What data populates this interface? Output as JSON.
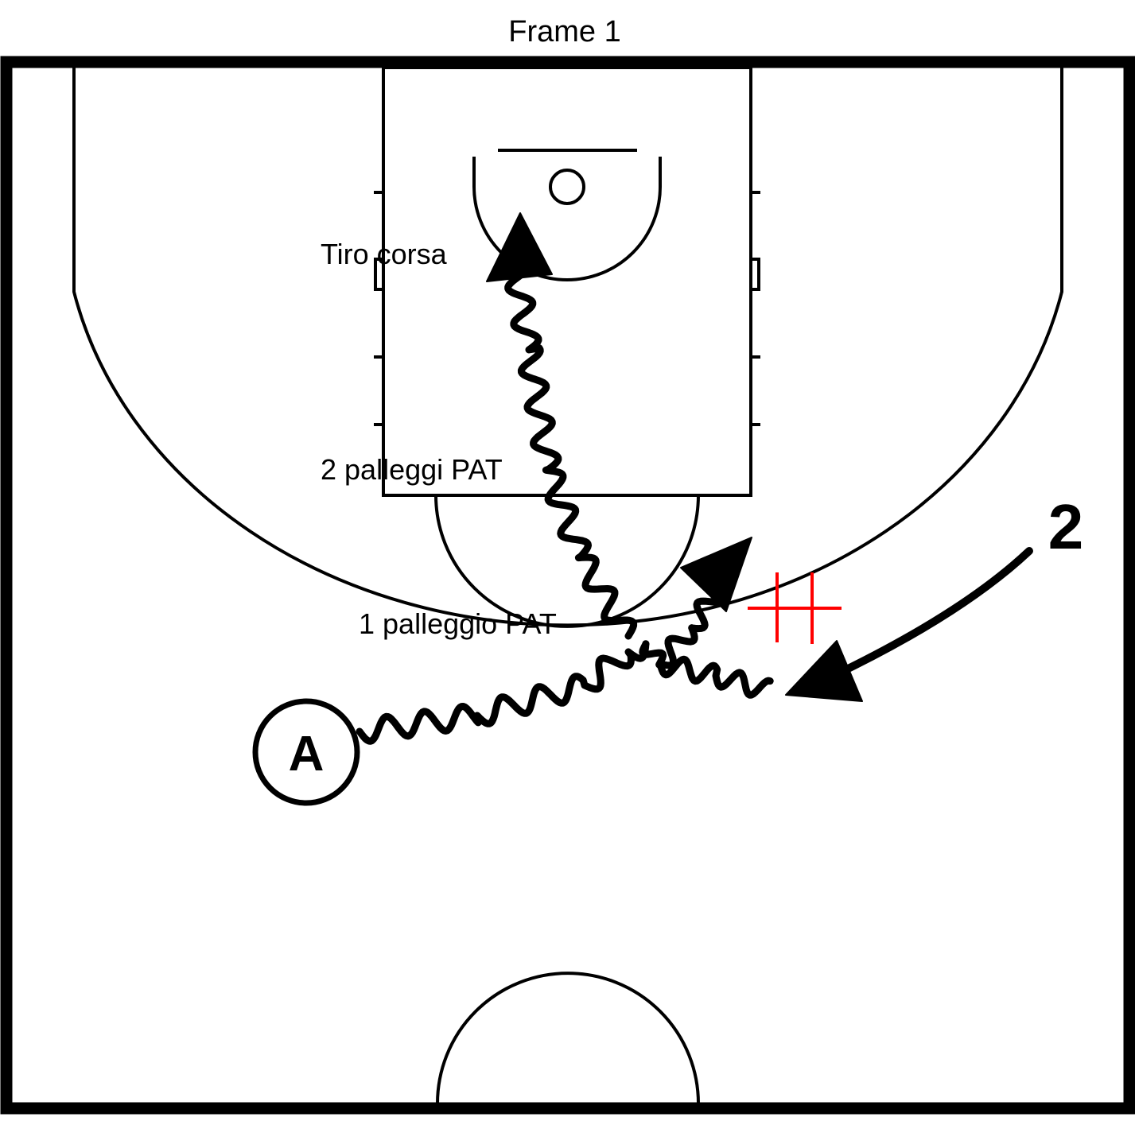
{
  "frame": {
    "title": "Frame 1"
  },
  "annotations": {
    "shot": "Tiro corsa",
    "two_dribbles": "2 palleggi PAT",
    "one_dribble": "1 palleggio PAT"
  },
  "players": {
    "offense": {
      "label": "A"
    },
    "passer": {
      "label": "2"
    }
  },
  "colors": {
    "lines": "#000000",
    "cone_marker": "#ff0000",
    "background": "#ffffff"
  }
}
